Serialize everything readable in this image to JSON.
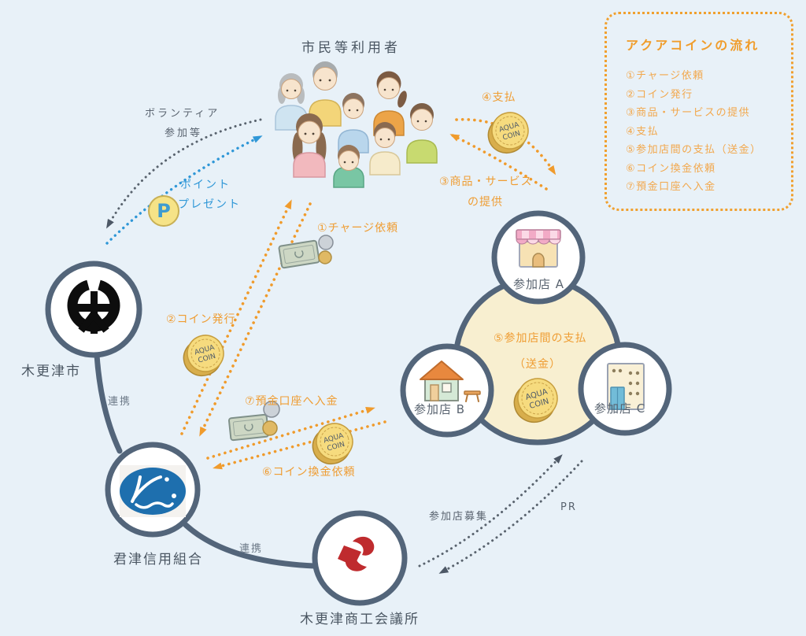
{
  "page": {
    "title": "市民等利用者",
    "background": "#e8f1f8"
  },
  "legend": {
    "title": "アクアコインの流れ",
    "items": [
      "①チャージ依頼",
      "②コイン発行",
      "③商品・サービスの提供",
      "④支払",
      "⑤参加店間の支払（送金）",
      "⑥コイン換金依頼",
      "⑦預金口座へ入金"
    ],
    "border_color": "#f0a02f",
    "text_color": "#f2a84d"
  },
  "nodes": {
    "city": {
      "label": "木更津市"
    },
    "credit_union": {
      "label": "君津信用組合"
    },
    "chamber": {
      "label": "木更津商工会議所"
    },
    "store_a": {
      "label": "参加店 A"
    },
    "store_b": {
      "label": "参加店 B"
    },
    "store_c": {
      "label": "参加店 C"
    }
  },
  "flows": {
    "volunteer": {
      "line1": "ボランティア",
      "line2": "参加等"
    },
    "point_present": {
      "line1": "ポイント",
      "line2": "プレゼント"
    },
    "charge_request": "①チャージ依頼",
    "coin_issue": "②コイン発行",
    "goods_provision": {
      "line1": "③商品・サービス",
      "line2": "の提供"
    },
    "payment": "④支払",
    "interstore_payment": {
      "line1": "⑤参加店間の支払",
      "line2": "（送金）"
    },
    "redeem_request": "⑥コイン換金依頼",
    "deposit": "⑦預金口座へ入金",
    "recruit": "参加店募集",
    "pr": "PR",
    "renkei_city_union": "連携",
    "renkei_union_chamber": "連携"
  },
  "icons": {
    "coin": {
      "line1": "AQUA",
      "line2": "COIN"
    },
    "point_badge": {
      "letter": "P"
    }
  },
  "colors": {
    "accent_orange": "#f09b2c",
    "accent_blue": "#2f97d7",
    "accent_gray": "#59636e",
    "node_border": "#53657a",
    "cluster_fill": "#f8efd0",
    "coin_gold": "#f6db7e"
  }
}
